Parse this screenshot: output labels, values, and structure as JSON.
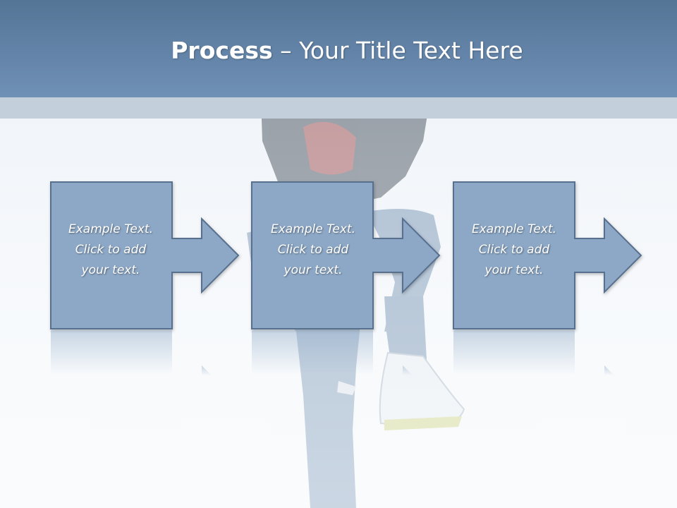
{
  "slide": {
    "title_bold": "Process",
    "title_rest": " – Your Title Text Here",
    "accent_color": "#6384a8",
    "box_color": "#8da8c6",
    "box_border": "#56708e",
    "steps": [
      {
        "lines": [
          "Example Text.",
          "Click  to add",
          "your text."
        ]
      },
      {
        "lines": [
          "Example Text.",
          "Click  to add",
          "your text."
        ]
      },
      {
        "lines": [
          "Example Text.",
          "Click  to add",
          "your text."
        ]
      }
    ]
  }
}
